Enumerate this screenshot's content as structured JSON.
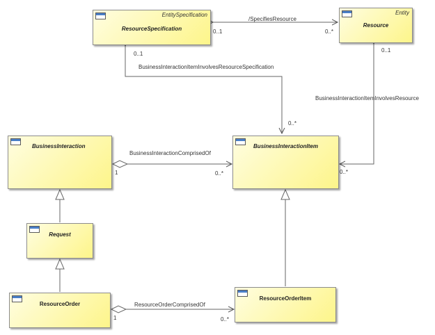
{
  "classes": {
    "resource_specification": {
      "name": "ResourceSpecification",
      "stereotype": "EntitySpecification"
    },
    "resource": {
      "name": "Resource",
      "stereotype": "Entity"
    },
    "business_interaction": {
      "name": "BusinessInteraction"
    },
    "business_interaction_item": {
      "name": "BusinessInteractionItem"
    },
    "request": {
      "name": "Request"
    },
    "resource_order": {
      "name": "ResourceOrder"
    },
    "resource_order_item": {
      "name": "ResourceOrderItem"
    }
  },
  "associations": {
    "specifies_resource": {
      "name": "/SpecifiesResource",
      "source_mult": "0..1",
      "target_mult": "0..*"
    },
    "involves_resource_specification": {
      "name": "BusinessInteractionItemInvolvesResourceSpecification",
      "source_mult": "0..1",
      "target_mult": "0..*"
    },
    "involves_resource": {
      "name": "BusinessInteractionItemInvolvesResource",
      "source_mult": "0..1",
      "target_mult": "0..*"
    },
    "interaction_comprised_of": {
      "name": "BusinessInteractionComprisedOf",
      "source_mult": "1",
      "target_mult": "0..*"
    },
    "order_comprised_of": {
      "name": "ResourceOrderComprisedOf",
      "source_mult": "1",
      "target_mult": "0..*"
    }
  },
  "colors": {
    "class_fill_light": "#fffde0",
    "class_fill_dark": "#fdf58a",
    "line": "#666666",
    "icon_header": "#4a7fc7"
  }
}
